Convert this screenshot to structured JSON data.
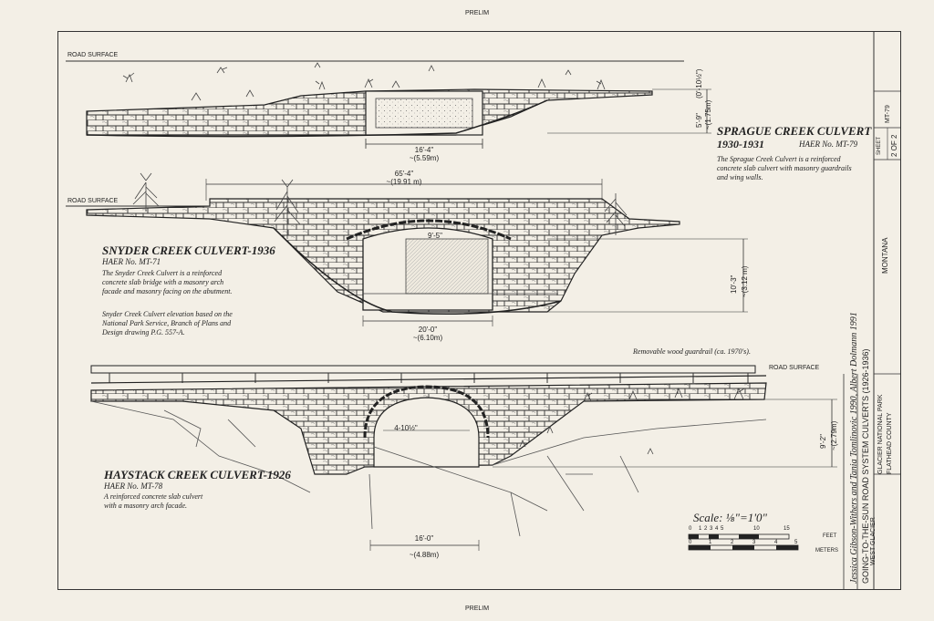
{
  "marks": {
    "top": "PRELIM",
    "bottom": "PRELIM"
  },
  "sprague": {
    "title": "SPRAGUE CREEK CULVERT",
    "years": "1930-1931",
    "haer": "HAER No. MT-79",
    "desc": "The Sprague Creek Culvert is a reinforced concrete slab culvert with masonry guardrails and wing walls.",
    "road": "ROAD SURFACE",
    "span_ft": "16'-4\"",
    "span_m": "~(5.59m)",
    "h_ft": "5'-9\"",
    "h_m": "~(1.75m)",
    "top_dim": "(0'-10½\")"
  },
  "snyder": {
    "title": "SNYDER CREEK CULVERT-1936",
    "haer": "HAER No. MT-71",
    "desc": "The Snyder Creek Culvert is a reinforced concrete slab bridge with a masonry arch facade and masonry facing on the abutment.",
    "note": "Snyder Creek Culvert elevation based on the National Park Service, Branch of Plans and Design drawing P.G. 557-A.",
    "road": "ROAD SURFACE",
    "len_ft": "65'-4\"",
    "len_m": "~(19.91 m)",
    "span_ft": "20'-0\"",
    "span_m": "~(6.10m)",
    "h_ft": "10'-3\"",
    "h_m": "~(3.12 m)",
    "mid": "9'-5\""
  },
  "haystack": {
    "title": "HAYSTACK CREEK CULVERT-1926",
    "haer": "HAER No. MT-78",
    "desc": "A reinforced concrete slab culvert with a masonry arch facade.",
    "road": "ROAD SURFACE",
    "rail": "Removable wood guardrail (ca. 1970's).",
    "arch": "4-10½\"",
    "span_ft": "16'-0\"",
    "span_m": "~(4.88m)",
    "h_ft": "9'-2\"",
    "h_m": "~(2.79m)"
  },
  "scale": {
    "label": "Scale: ⅛\"=1'0\"",
    "feet": "FEET",
    "meters": "METERS",
    "ft_ticks": [
      "0",
      "1",
      "2",
      "3",
      "4",
      "5",
      "10",
      "15"
    ],
    "m_ticks": [
      "0",
      "1",
      "2",
      "3",
      "4",
      "5"
    ]
  },
  "titleblock": {
    "authors": "Jessica Gibson-Withers and Tania Tomlinovic 1990, Albert Dolmann 1991",
    "project": "GOING-TO-THE-SUN ROAD SYSTEM CULVERTS (1926-1936)",
    "park": "GLACIER NATIONAL PARK",
    "county": "FLATHEAD COUNTY",
    "place": "WEST GLACIER",
    "state": "MONTANA",
    "sheet_label": "SHEET",
    "sheet": "2 OF 2",
    "haer_no": "MT-79"
  }
}
